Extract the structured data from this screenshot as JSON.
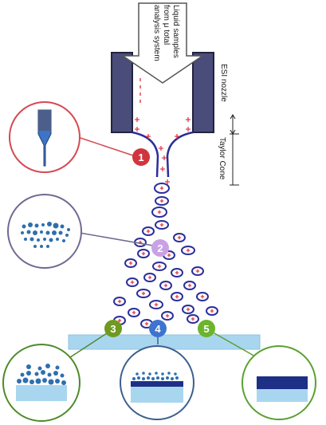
{
  "labels": {
    "inlet_line1": "Liquid samples",
    "inlet_line2": "from μ total",
    "inlet_line3": "analysis system",
    "nozzle": "ESI nozzle",
    "cone": "Taylor Cone"
  },
  "markers": [
    {
      "label": "1",
      "color": "#d0353e"
    },
    {
      "label": "2",
      "color": "#c9a2e6"
    },
    {
      "label": "3",
      "color": "#6f9a1f"
    },
    {
      "label": "4",
      "color": "#3d74cf"
    },
    {
      "label": "5",
      "color": "#6bb42c"
    }
  ],
  "colors": {
    "nozzle_block": "#4a4c7a",
    "droplet_ring": "#2a2e9a",
    "charge": "#e53945",
    "substrate": "#a9d6ef",
    "film": "#1e2f86",
    "circle1": "#d44a52",
    "circle2": "#6e6a92",
    "circle3": "#4d8a2a",
    "circle4": "#3c5f8e",
    "circle5": "#5aa032"
  }
}
